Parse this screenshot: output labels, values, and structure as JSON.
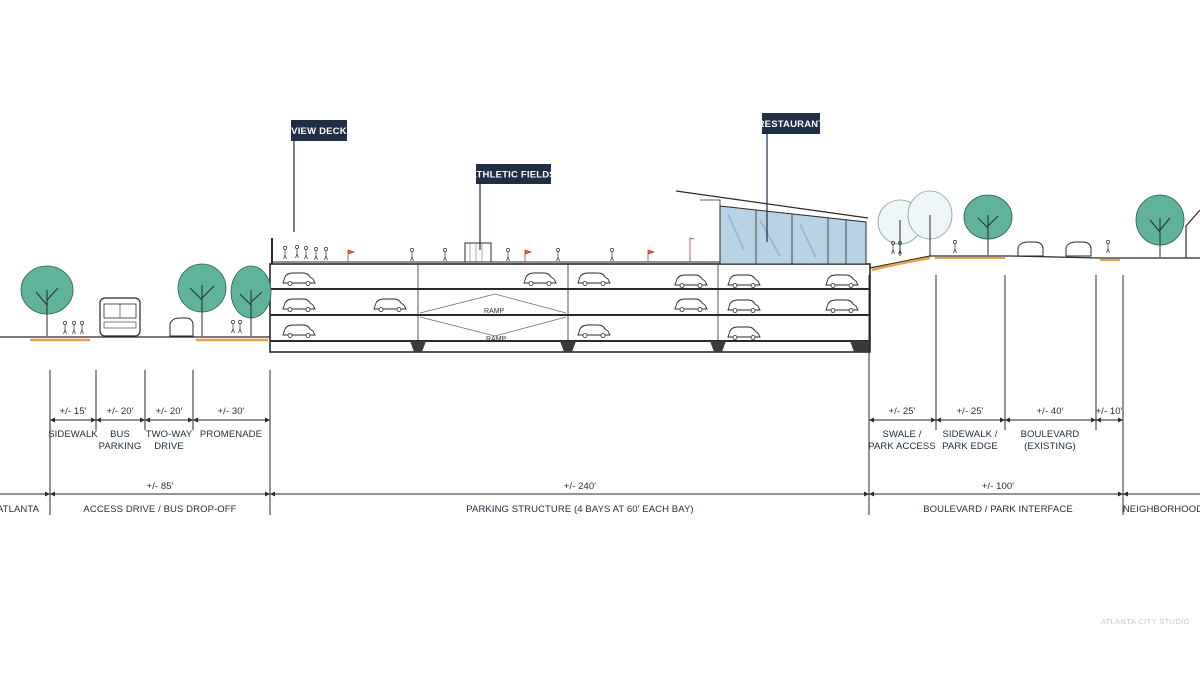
{
  "callouts": {
    "view_deck": "VIEW DECK",
    "athletic_fields": "ATHLETIC FIELDS",
    "restaurant": "RESTAURANT"
  },
  "ramp_labels": [
    "RAMP",
    "RAMP"
  ],
  "segments": {
    "sidewalk": {
      "dim": "+/- 15'",
      "label": [
        "SIDEWALK"
      ]
    },
    "bus_parking": {
      "dim": "+/- 20'",
      "label": [
        "BUS",
        "PARKING"
      ]
    },
    "two_way_drive": {
      "dim": "+/- 20'",
      "label": [
        "TWO-WAY",
        "DRIVE"
      ]
    },
    "promenade": {
      "dim": "+/- 30'",
      "label": [
        "PROMENADE"
      ]
    },
    "swale": {
      "dim": "+/- 25'",
      "label": [
        "SWALE /",
        "PARK ACCESS"
      ]
    },
    "sidewalk_park_edge": {
      "dim": "+/- 25'",
      "label": [
        "SIDEWALK /",
        "PARK EDGE"
      ]
    },
    "boulevard": {
      "dim": "+/- 40'",
      "label": [
        "BOULEVARD",
        "(EXISTING)"
      ]
    },
    "edge": {
      "dim": "+/- 10'",
      "label": []
    }
  },
  "zones": {
    "atlanta": {
      "label": "ATLANTA"
    },
    "access_drive": {
      "dim": "+/- 85'",
      "label": "ACCESS DRIVE / BUS DROP-OFF"
    },
    "parking_structure": {
      "dim": "+/- 240'",
      "label": "PARKING STRUCTURE (4 BAYS AT 60' EACH BAY)"
    },
    "boulevard_park": {
      "dim": "+/- 100'",
      "label": "BOULEVARD / PARK INTERFACE"
    },
    "neighborhood": {
      "label": "NEIGHBORHOOD"
    }
  },
  "credit": "ATLANTA CITY STUDIO",
  "colors": {
    "tag_fill": "#1f2d45",
    "tree_green": "#5fb39b",
    "glass_blue": "#b9d3e6",
    "ground_orange": "#e8a04a",
    "ink": "#2a2a2a"
  }
}
